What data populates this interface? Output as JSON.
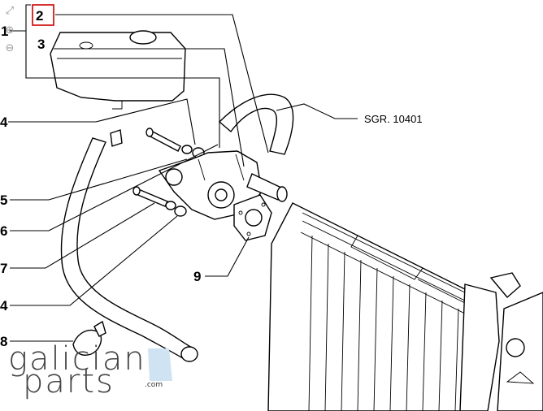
{
  "viewer": {
    "tools": [
      {
        "name": "fit-icon",
        "glyph": "⤢"
      },
      {
        "name": "zoom-in-icon",
        "glyph": "⊕"
      },
      {
        "name": "zoom-out-icon",
        "glyph": "⊖"
      }
    ]
  },
  "diagram": {
    "callouts": {
      "c1": "1",
      "c2": "2",
      "c3": "3",
      "c4a": "4",
      "c5": "5",
      "c6": "6",
      "c7": "7",
      "c4b": "4",
      "c8": "8",
      "c9": "9"
    },
    "reference_label": "SGR. 10401",
    "highlight_color": "#cc0000"
  },
  "logo": {
    "line1": "galician",
    "line2": "parts",
    "suffix": ".com"
  }
}
